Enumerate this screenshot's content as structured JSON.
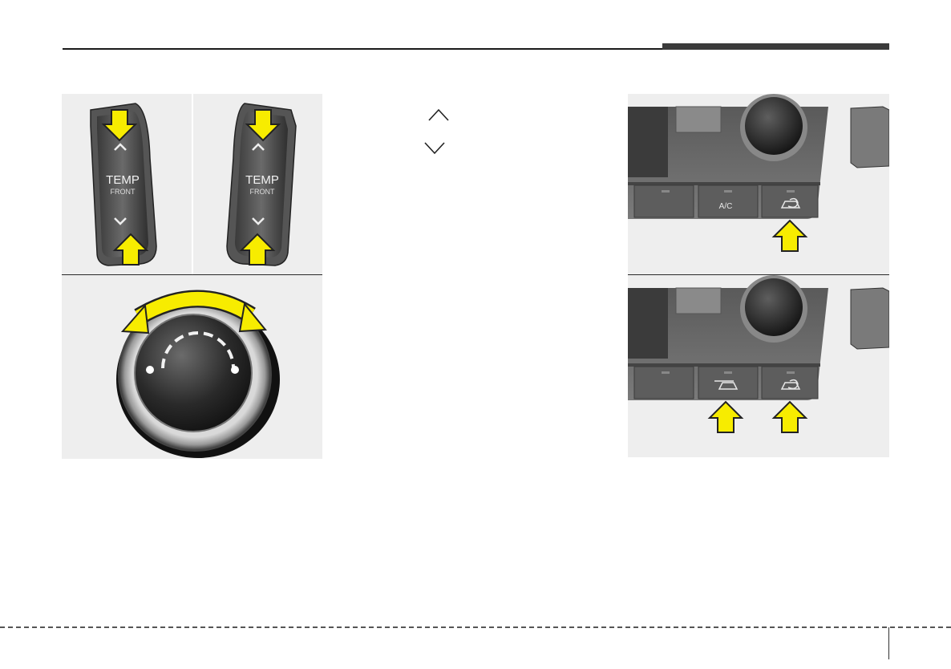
{
  "figures": {
    "temp_switch_left": {
      "title": "TEMP",
      "subtitle": "FRONT"
    },
    "temp_switch_right": {
      "title": "TEMP",
      "subtitle": "FRONT"
    },
    "dash_top": {
      "ac_label": "A/C"
    }
  },
  "icons": {
    "up": "chevron-up-icon",
    "down": "chevron-down-icon",
    "arrow": "yellow-arrow-icon",
    "recirc": "air-recirculation-icon",
    "fresh": "fresh-air-icon"
  },
  "colors": {
    "arrow_fill": "#f7ec00",
    "panel_bg": "#eeeeee",
    "switch_body": "#4a4a4a",
    "dash_body": "#6b6b6b"
  }
}
